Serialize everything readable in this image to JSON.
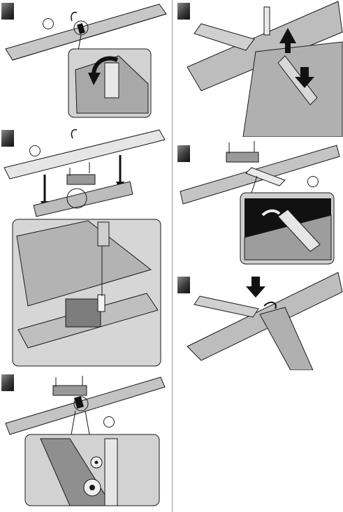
{
  "steps": [
    {
      "id": 1,
      "region": "top-left"
    },
    {
      "id": 2,
      "region": "middle-left"
    },
    {
      "id": 3,
      "region": "bottom-left"
    },
    {
      "id": 4,
      "region": "top-right"
    },
    {
      "id": 5,
      "region": "middle-right"
    },
    {
      "id": 6,
      "region": "lower-right"
    }
  ],
  "colors": {
    "outline": "#1a1a1a",
    "panel_fill": "#bdbdbd",
    "detail_fill": "#a9a9a9",
    "frame_fill": "#d2d2d2",
    "arrow": "#111111",
    "badge_dark": "#222222"
  },
  "icons": [
    "cable-icon",
    "flip-arrow-icon",
    "down-arrow-icon",
    "up-arrow-icon",
    "screw-icon",
    "clip-icon"
  ]
}
